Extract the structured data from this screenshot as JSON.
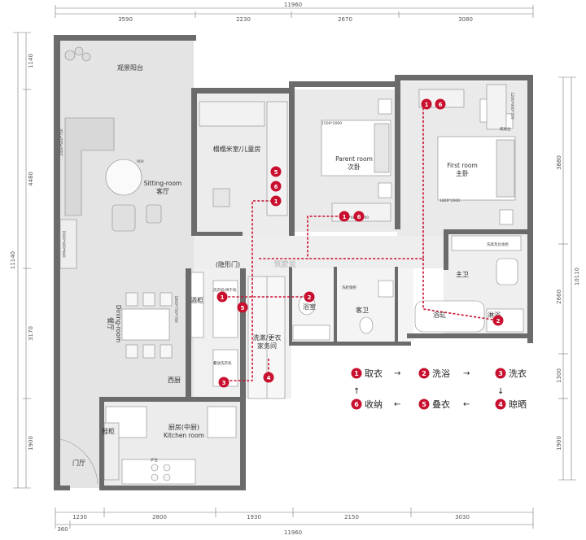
{
  "dimensions": {
    "top_total": "11960",
    "top_segments": [
      "3590",
      "2230",
      "2670",
      "3080"
    ],
    "bottom_total": "11960",
    "bottom_segments": [
      "1230",
      "2800",
      "1930",
      "2150",
      "3030"
    ],
    "bottom_small": "360",
    "left_segments": [
      "1140",
      "4480",
      "11140",
      "3170",
      "1900"
    ],
    "right_segments": [
      "3880",
      "10110",
      "2660",
      "1300",
      "1900"
    ]
  },
  "rooms": {
    "balcony": "观景阳台",
    "kids_zh": "榻榻米室/儿童房",
    "parent_en": "Parent room",
    "parent_zh": "次卧",
    "first_en": "First room",
    "first_zh": "主卧",
    "sitting_en": "Sitting-room",
    "sitting_zh": "客厅",
    "dining_en": "Dining-room",
    "dining_zh": "餐厅",
    "hidden_door": "(隐形门)",
    "wine_cabinet": "酒柜",
    "bath": "浴室",
    "guest_bath": "客卫",
    "master_bath": "主卫",
    "tub": "浴缸",
    "shower": "淋浴",
    "laundry_1": "洗漱/更衣",
    "laundry_2": "家务间",
    "west_kitchen": "西厨",
    "kitchen_zh": "厨房(中厨)",
    "kitchen_en": "Kitchen room",
    "shoe_cabinet": "鞋柜",
    "entrance": "门厅"
  },
  "small_labels": {
    "bed1": "1500*2000",
    "bed2": "1800*2000",
    "sofa": "2450*910*750",
    "table": "1600*750*760",
    "tv": "1500*400*840",
    "round": "900",
    "wardrobe_top": "1200*900*720",
    "cabinet": "200*600*1800",
    "master_vanity": "洗漱及化妆柜",
    "dresser": "梳妆台",
    "vanity": "洗衣机/烘干机",
    "stack": "叠放洗衣机",
    "mirror": "洗脸镜柜",
    "stove": "炉台"
  },
  "watermark": "筑家说",
  "legend": [
    {
      "num": "1",
      "label": "取衣"
    },
    {
      "num": "2",
      "label": "洗浴"
    },
    {
      "num": "3",
      "label": "洗衣"
    },
    {
      "num": "4",
      "label": "晾晒"
    },
    {
      "num": "5",
      "label": "叠衣"
    },
    {
      "num": "6",
      "label": "收纳"
    }
  ],
  "markers": {
    "accent": "#c8102e",
    "kids": [
      "5",
      "6",
      "1"
    ],
    "parent": [
      "1",
      "6"
    ],
    "first": [
      "1",
      "6"
    ],
    "center": [
      "1",
      "5",
      "2"
    ],
    "laundry": [
      "3",
      "4"
    ],
    "master_bath": [
      "2"
    ]
  }
}
